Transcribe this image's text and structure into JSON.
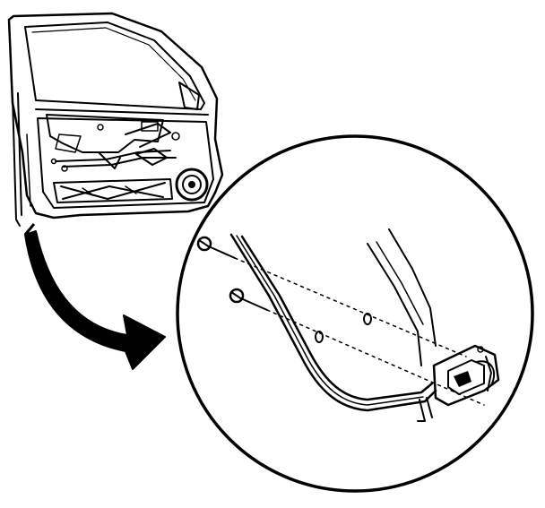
{
  "figure": {
    "background": "#ffffff",
    "ink_color": "#000000",
    "parts": [
      "door-frame",
      "inner-door-panel",
      "window-regulator",
      "speaker",
      "detail-magnifier-circle",
      "callout-arrow",
      "glass-run-channel",
      "mounting-bolt",
      "washer",
      "regulator-bracket"
    ]
  }
}
